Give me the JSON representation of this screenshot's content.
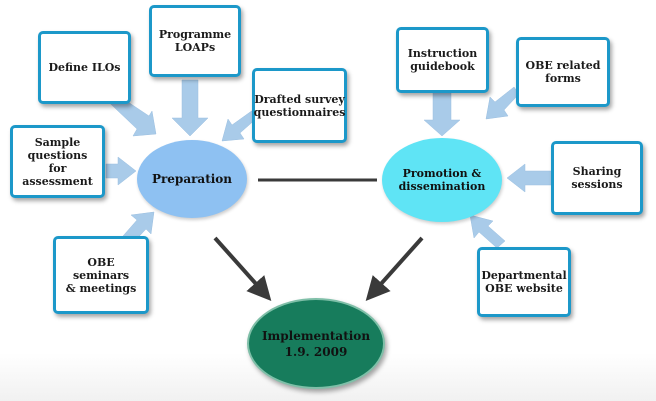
{
  "colors": {
    "box_border": "#1c98c9",
    "preparation_fill": "#8ec1f2",
    "promotion_fill": "#5fe4f5",
    "implementation_fill": "#177c5c",
    "feeder_arrow": "#a9cbe9",
    "connector_line": "#3a3a3a"
  },
  "preparation": {
    "label": "Preparation",
    "inputs": {
      "define_ilos": "Define ILOs",
      "programme_loaps": "Programme\nLOAPs",
      "drafted_survey": "Drafted survey\nquestionnaires",
      "sample_questions": "Sample\nquestions for\nassessment",
      "obe_seminars": "OBE seminars\n& meetings"
    }
  },
  "promotion": {
    "label": "Promotion &\ndissemination",
    "inputs": {
      "instruction_guidebook": "Instruction\nguidebook",
      "obe_forms": "OBE related\nforms",
      "sharing_sessions": "Sharing\nsessions",
      "departmental_website": "Departmental\nOBE website"
    }
  },
  "implementation": {
    "label": "Implementation\n1.9. 2009"
  }
}
